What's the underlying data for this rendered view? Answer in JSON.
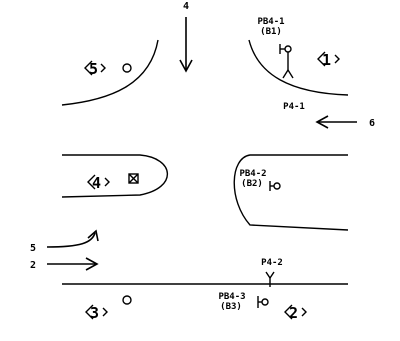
{
  "approach_numbers": {
    "north": "4",
    "east": "6",
    "west_upper": "5",
    "west_lower": "2"
  },
  "phases": {
    "p1": "1",
    "p2": "2",
    "p3": "3",
    "p4": "4",
    "p5": "5"
  },
  "signals": {
    "pb4_1": "PB4-1",
    "b1": "(B1)",
    "p4_1": "P4-1",
    "pb4_2": "PB4-2",
    "b2": "(B2)",
    "p4_2": "P4-2",
    "pb4_3": "PB4-3",
    "b3": "(B3)"
  }
}
